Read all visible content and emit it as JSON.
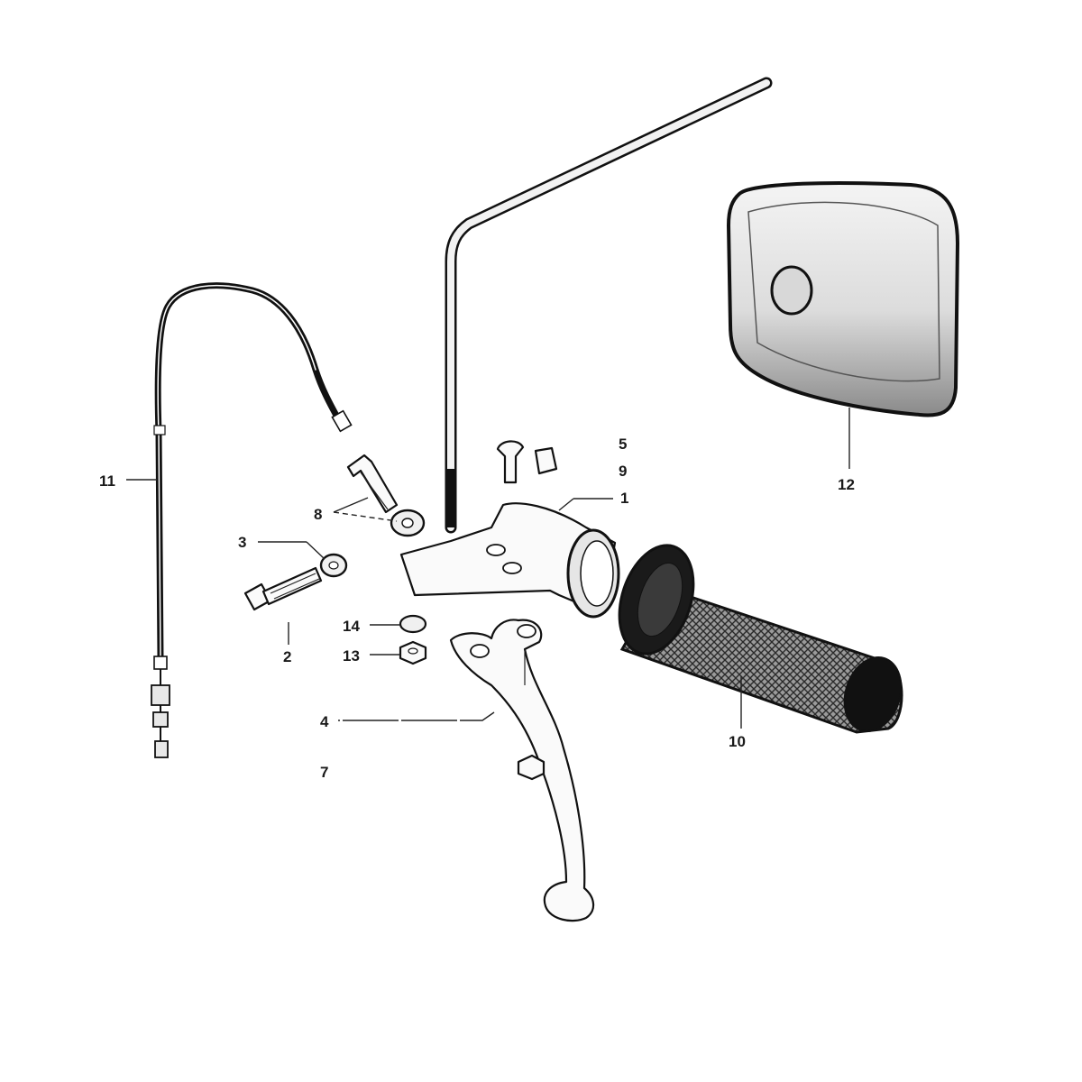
{
  "diagram": {
    "callouts": [
      {
        "id": "1",
        "label": "1"
      },
      {
        "id": "2",
        "label": "2"
      },
      {
        "id": "3",
        "label": "3"
      },
      {
        "id": "4",
        "label": "4"
      },
      {
        "id": "5",
        "label": "5"
      },
      {
        "id": "7",
        "label": "7"
      },
      {
        "id": "8",
        "label": "8"
      },
      {
        "id": "9",
        "label": "9"
      },
      {
        "id": "10",
        "label": "10"
      },
      {
        "id": "11",
        "label": "11"
      },
      {
        "id": "12",
        "label": "12"
      },
      {
        "id": "13",
        "label": "13"
      },
      {
        "id": "14",
        "label": "14"
      }
    ]
  }
}
